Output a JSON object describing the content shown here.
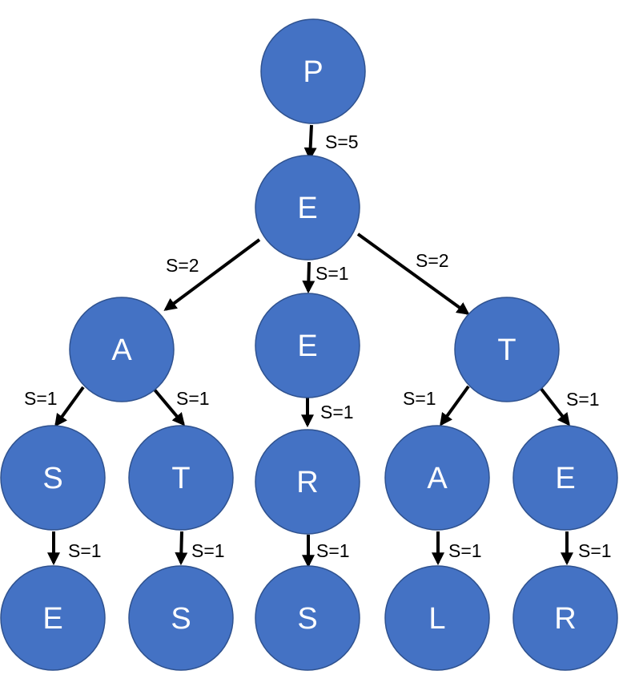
{
  "colors": {
    "node_fill": "#4472c4",
    "node_stroke": "#2f528f",
    "node_text": "#ffffff",
    "edge": "#000000"
  },
  "nodes": [
    {
      "id": "p",
      "label": "P"
    },
    {
      "id": "e1",
      "label": "E"
    },
    {
      "id": "a1",
      "label": "A"
    },
    {
      "id": "e2",
      "label": "E"
    },
    {
      "id": "t1",
      "label": "T"
    },
    {
      "id": "s1",
      "label": "S"
    },
    {
      "id": "t2",
      "label": "T"
    },
    {
      "id": "r1",
      "label": "R"
    },
    {
      "id": "a2",
      "label": "A"
    },
    {
      "id": "e3",
      "label": "E"
    },
    {
      "id": "e4",
      "label": "E"
    },
    {
      "id": "s2",
      "label": "S"
    },
    {
      "id": "s3",
      "label": "S"
    },
    {
      "id": "l1",
      "label": "L"
    },
    {
      "id": "r2",
      "label": "R"
    }
  ],
  "edges": [
    {
      "from": "p",
      "to": "e1",
      "label": "S=5"
    },
    {
      "from": "e1",
      "to": "a1",
      "label": "S=2"
    },
    {
      "from": "e1",
      "to": "e2",
      "label": "S=1"
    },
    {
      "from": "e1",
      "to": "t1",
      "label": "S=2"
    },
    {
      "from": "a1",
      "to": "s1",
      "label": "S=1"
    },
    {
      "from": "a1",
      "to": "t2",
      "label": "S=1"
    },
    {
      "from": "e2",
      "to": "r1",
      "label": "S=1"
    },
    {
      "from": "t1",
      "to": "a2",
      "label": "S=1"
    },
    {
      "from": "t1",
      "to": "e3",
      "label": "S=1"
    },
    {
      "from": "s1",
      "to": "e4",
      "label": "S=1"
    },
    {
      "from": "t2",
      "to": "s2",
      "label": "S=1"
    },
    {
      "from": "r1",
      "to": "s3",
      "label": "S=1"
    },
    {
      "from": "a2",
      "to": "l1",
      "label": "S=1"
    },
    {
      "from": "e3",
      "to": "r2",
      "label": "S=1"
    }
  ]
}
